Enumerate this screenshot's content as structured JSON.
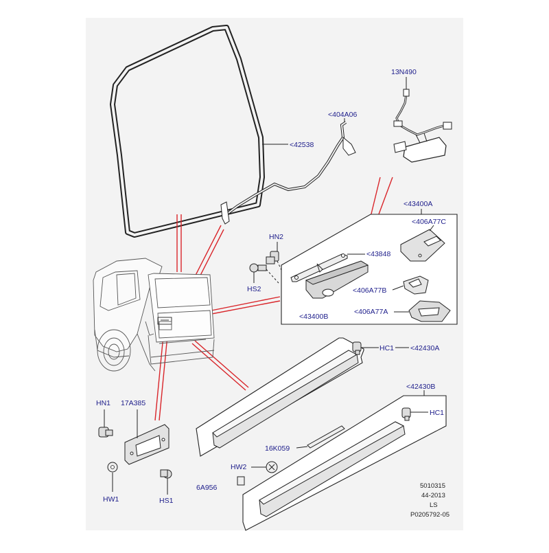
{
  "colors": {
    "panel": "#f3f3f3",
    "line": "#222222",
    "label": "#1c1c8a",
    "callout": "#d9252a",
    "part_fill": "#e6e6e6"
  },
  "labels": {
    "seal": "<42538",
    "harness_top": "<404A06",
    "camera": "13N490",
    "kit_a": "<43400A",
    "cover": "<406A77C",
    "hn2": "HN2",
    "hs2": "HS2",
    "bracket": "<43848",
    "bezel_b": "<406A77B",
    "bezel_a": "<406A77A",
    "handle": "<43400B",
    "hc1_a": "HC1",
    "mould_a": "<42430A",
    "mould_b": "<42430B",
    "hc1_b": "HC1",
    "hn1": "HN1",
    "plate": "17A385",
    "strip": "16K059",
    "hw2": "HW2",
    "pad": "6A956",
    "hw1": "HW1",
    "hs1": "HS1"
  },
  "footer": {
    "line1": "5010315",
    "line2": "44-2013",
    "line3": "LS",
    "line4": "P0205792-05"
  }
}
